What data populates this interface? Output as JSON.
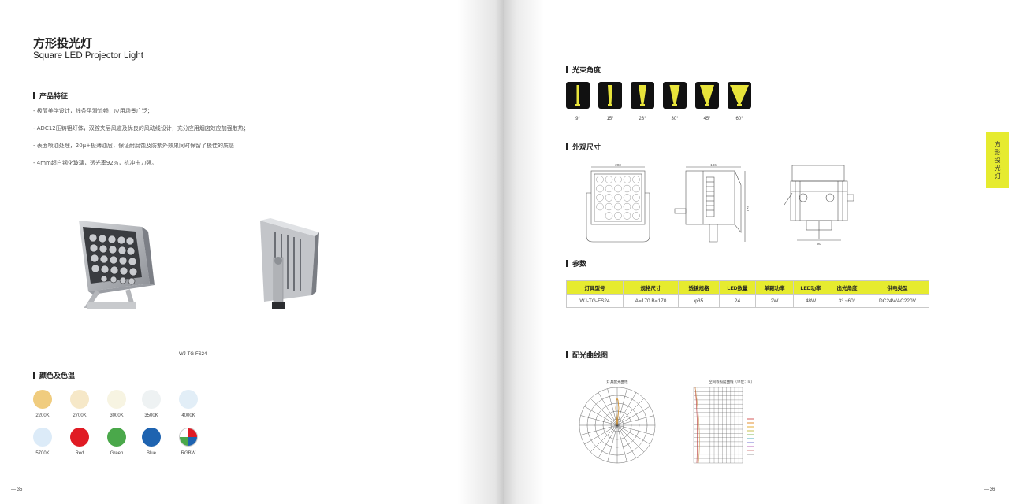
{
  "left_page": {
    "title_cn": "方形投光灯",
    "title_en": "Square LED Projector Light",
    "features_heading": "产品特征",
    "features": [
      "- 极简美学设计，线条平滑流畅，应用场景广泛；",
      "- ADC12压铸铝灯体，双腔夹层风道及优良的风动线设计，充分应用烟囱效应加强散热；",
      "- 表面喷油处理，20μ+极薄油层，保证耐腐蚀及防紫外效果同时保留了极佳的质感",
      "- 4mm超白钢化玻璃，透光率92%，抗冲击力强。"
    ],
    "model_label": "WJ-TG-FS24",
    "colors_heading": "颜色及色温",
    "swatches": [
      {
        "label": "2200K",
        "color": "#f0cc7e"
      },
      {
        "label": "2700K",
        "color": "#f6e8c8"
      },
      {
        "label": "3000K",
        "color": "#f7f4e2"
      },
      {
        "label": "3500K",
        "color": "#eef2f3"
      },
      {
        "label": "4000K",
        "color": "#e2eef7"
      },
      {
        "label": "5700K",
        "color": "#dcebf8"
      },
      {
        "label": "Red",
        "color": "#e01b24"
      },
      {
        "label": "Green",
        "color": "#4aa84a"
      },
      {
        "label": "Blue",
        "color": "#1e63b0"
      },
      {
        "label": "RGBW",
        "color": "rgbw"
      }
    ],
    "page_number": "— 35"
  },
  "right_page": {
    "beam_heading": "光束角度",
    "beam_angles": [
      "9°",
      "15°",
      "23°",
      "30°",
      "45°",
      "60°"
    ],
    "dimension_heading": "外观尺寸",
    "dimensions": {
      "front_width": "203",
      "side_width": "186",
      "height": "227",
      "bracket": "90"
    },
    "params_heading": "参数",
    "table": {
      "headers": [
        "灯具型号",
        "规格尺寸",
        "透镜规格",
        "LED数量",
        "单颗功率",
        "LED功率",
        "出光角度",
        "供电类型"
      ],
      "row": [
        "WJ-TG-FS24",
        "A=170  B=170",
        "φ35",
        "24",
        "2W",
        "48W",
        "3° ~60°",
        "DC24V/AC220V"
      ]
    },
    "curve_heading": "配光曲线图",
    "curve_polar_title": "灯具配光曲线",
    "curve_chart_title": "空间等照度曲线（单位：lx）",
    "side_tab": "方形投光灯",
    "page_number": "— 36",
    "colors": {
      "accent": "#e6eb2f"
    }
  }
}
